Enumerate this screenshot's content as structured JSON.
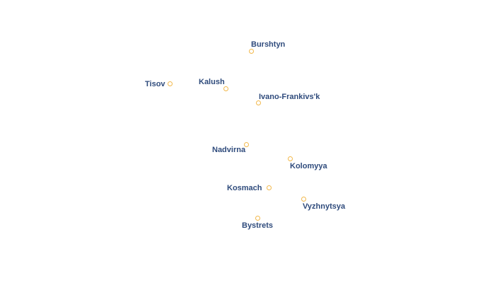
{
  "map": {
    "marker_color": "#f2b84b",
    "label_color": "#2f4b7c",
    "places": [
      {
        "name": "Burshtyn"
      },
      {
        "name": "Tisov"
      },
      {
        "name": "Kalush"
      },
      {
        "name": "Ivano-Frankivs'k"
      },
      {
        "name": "Nadvirna"
      },
      {
        "name": "Kolomyya"
      },
      {
        "name": "Kosmach"
      },
      {
        "name": "Vyzhnytsya"
      },
      {
        "name": "Bystrets"
      }
    ]
  }
}
